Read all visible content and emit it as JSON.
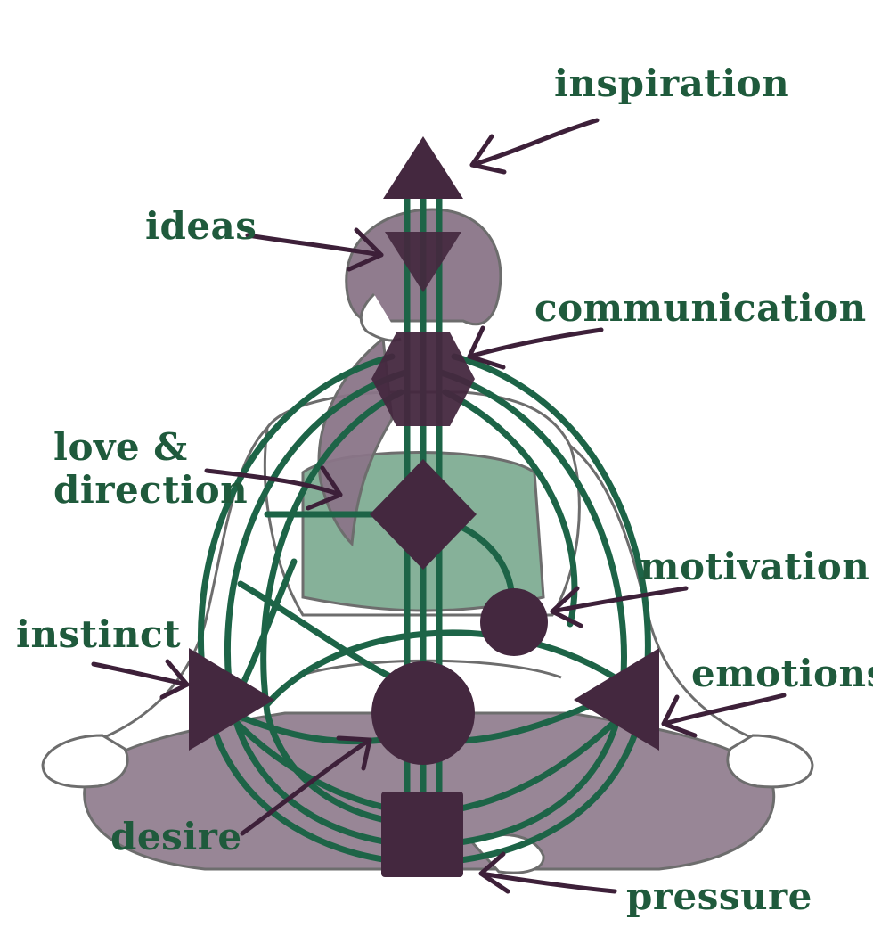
{
  "colors": {
    "center": "#44283f",
    "channel": "#1d6447",
    "arrow": "#3d2039",
    "label": "#1f5a3c",
    "figure_fill": "#8a7588",
    "top_fill": "#7fad93",
    "outline": "#6d6d6d"
  },
  "labels": {
    "inspiration": "inspiration",
    "ideas": "ideas",
    "communication": "communication",
    "love_direction": "love & direction",
    "motivation": "motivation",
    "instinct": "instinct",
    "emotions": "emotions",
    "desire": "desire",
    "pressure": "pressure"
  }
}
